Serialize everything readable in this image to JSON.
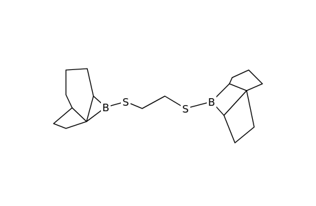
{
  "molecule": {
    "atoms": {
      "boron_left": "B",
      "sulfur_left": "S",
      "sulfur_right": "S",
      "boron_right": "B"
    }
  },
  "colors": {
    "background": "#ffffff",
    "bond": "#000000",
    "label": "#000000"
  }
}
